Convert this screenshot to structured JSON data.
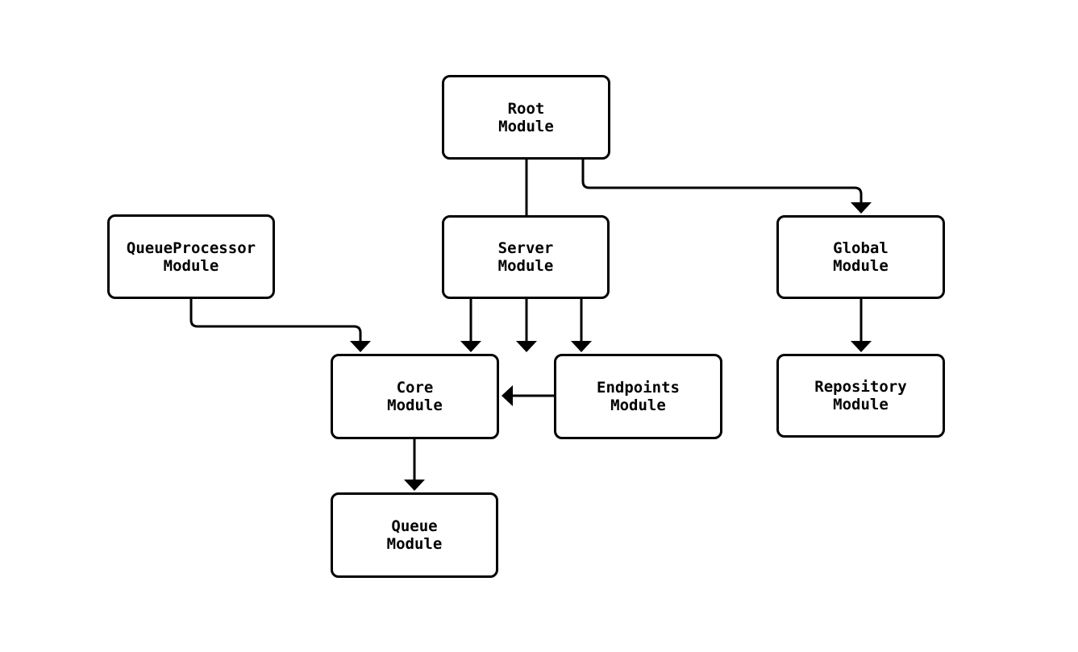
{
  "diagram": {
    "type": "module-dependency-graph",
    "nodes": {
      "root": {
        "label": "Root\nModule"
      },
      "queue_processor": {
        "label": "QueueProcessor\nModule"
      },
      "server": {
        "label": "Server\nModule"
      },
      "global": {
        "label": "Global\nModule"
      },
      "core": {
        "label": "Core\nModule"
      },
      "endpoints": {
        "label": "Endpoints\nModule"
      },
      "repository": {
        "label": "Repository\nModule"
      },
      "queue": {
        "label": "Queue\nModule"
      }
    },
    "edges": [
      {
        "from": "Root Module",
        "to": "Server Module"
      },
      {
        "from": "Root Module",
        "to": "Global Module"
      },
      {
        "from": "QueueProcessor Module",
        "to": "Core Module"
      },
      {
        "from": "Server Module",
        "to": "Core Module"
      },
      {
        "from": "Server Module",
        "to": "Endpoints Module"
      },
      {
        "from": "Endpoints Module",
        "to": "Core Module"
      },
      {
        "from": "Global Module",
        "to": "Repository Module"
      },
      {
        "from": "Core Module",
        "to": "Queue Module"
      }
    ],
    "colors": {
      "background": "#ffffff",
      "node_fill": "#ffffff",
      "node_border": "#000000",
      "edge": "#000000",
      "text": "#000000"
    }
  }
}
